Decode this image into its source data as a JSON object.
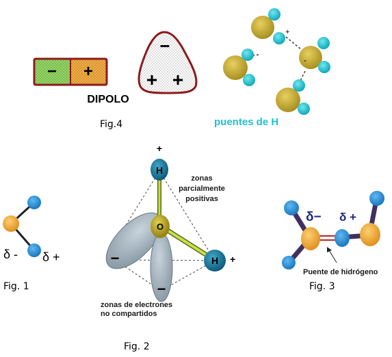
{
  "fig4": {
    "caption": "Fig.4",
    "dipole_title": "DIPOLO",
    "dipole_minus": "−",
    "dipole_plus": "+",
    "triangle_minus": "−",
    "triangle_plus_left": "+",
    "triangle_plus_right": "+",
    "hbond_label": "puentes de H",
    "charge_plus": "+",
    "charge_minus": "-"
  },
  "fig1": {
    "caption": "Fig. 1",
    "delta_minus": "δ -",
    "delta_plus": "δ +"
  },
  "fig2": {
    "caption": "Fig. 2",
    "plus_top": "+",
    "h_top": "H",
    "o_center": "O",
    "h_right": "H",
    "plus_right": "+",
    "zones_positive": [
      "zonas",
      "parcialmente",
      "positivas"
    ],
    "lone_minus_left": "−",
    "lone_minus_right": "−",
    "zones_electrons": [
      "zonas de electrones",
      "no compartidos"
    ]
  },
  "fig3": {
    "caption": "Fig. 3",
    "delta_minus": "δ−",
    "delta_plus": "δ +",
    "bond_label": "Puente de hidrógeno"
  },
  "colors": {
    "yellow_atom": "#c8b030",
    "cyan_atom": "#20c8d0",
    "orange_atom": "#f0b040",
    "blue_atom": "#2090d8",
    "teal_atom": "#1878a0",
    "olive_atom": "#c0b020",
    "lobe_gray": "#a8b8c0",
    "hbond_cyan": "#20c0d0",
    "dipole_green": "#90d060",
    "dipole_orange": "#f0a030",
    "dipole_border": "#8b1a1a",
    "bond_purple": "#403060",
    "bond_green": "#a8c830"
  }
}
